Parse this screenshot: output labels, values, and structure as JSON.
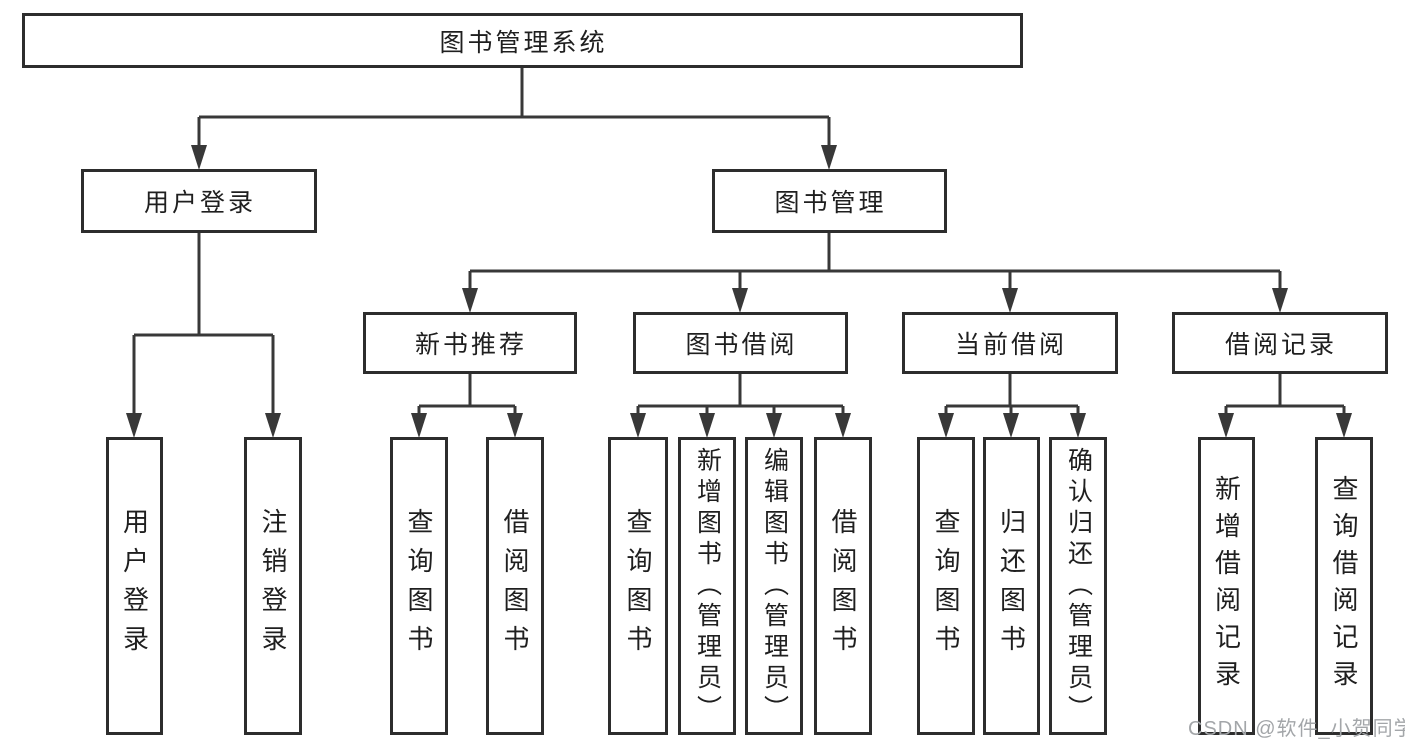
{
  "diagram": {
    "title": "图书管理系统",
    "type": "functional-structure-tree",
    "colors": {
      "line": "#383838",
      "box_border": "#2d2d2d",
      "text": "#1f1f1f",
      "background": "#ffffff",
      "watermark": "#a3a6a9"
    }
  },
  "nodes": {
    "root": {
      "label": "图书管理系统"
    },
    "login": {
      "label": "用户登录"
    },
    "mgmt": {
      "label": "图书管理"
    },
    "rec": {
      "label": "新书推荐"
    },
    "borrow": {
      "label": "图书借阅"
    },
    "current": {
      "label": "当前借阅"
    },
    "record": {
      "label": "借阅记录"
    },
    "leafLogin": {
      "label": "用户登录"
    },
    "leafLogout": {
      "label": "注销登录"
    },
    "recQuery": {
      "label": "查询图书"
    },
    "recBorrow": {
      "label": "借阅图书"
    },
    "bbQuery": {
      "label": "查询图书"
    },
    "bbAdd": {
      "label": "新增图书（管理员）"
    },
    "bbEdit": {
      "label": "编辑图书（管理员）"
    },
    "bbBorrow": {
      "label": "借阅图书"
    },
    "cbQuery": {
      "label": "查询图书"
    },
    "cbReturn": {
      "label": "归还图书"
    },
    "cbConfirm": {
      "label": "确认归还（管理员）"
    },
    "brAdd": {
      "label": "新增借阅记录"
    },
    "brQuery": {
      "label": "查询借阅记录"
    }
  },
  "tree": {
    "图书管理系统": {
      "用户登录": [
        "用户登录",
        "注销登录"
      ],
      "图书管理": {
        "新书推荐": [
          "查询图书",
          "借阅图书"
        ],
        "图书借阅": [
          "查询图书",
          "新增图书（管理员）",
          "编辑图书（管理员）",
          "借阅图书"
        ],
        "当前借阅": [
          "查询图书",
          "归还图书",
          "确认归还（管理员）"
        ],
        "借阅记录": [
          "新增借阅记录",
          "查询借阅记录"
        ]
      }
    }
  },
  "watermark": {
    "text": "CSDN @软件_小贺同学"
  }
}
